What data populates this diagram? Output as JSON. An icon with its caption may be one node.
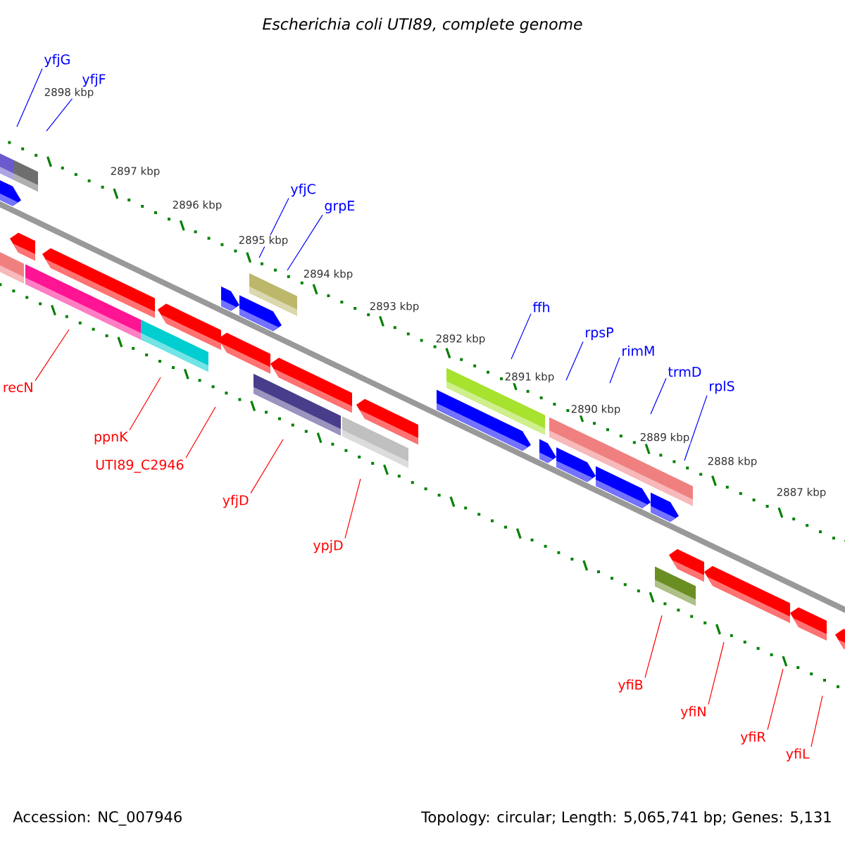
{
  "diagram": {
    "title": "Escherichia coli UTI89, complete genome",
    "nodes": [
      {
        "text": [
          "yfjG"
        ]
      },
      {
        "text": [
          "yfjF"
        ]
      },
      {
        "text": [
          "yfjC"
        ]
      },
      {
        "text": [
          "grpE"
        ]
      },
      {
        "text": [
          "ffh"
        ]
      },
      {
        "text": [
          "rpsP"
        ]
      },
      {
        "text": [
          "rimM"
        ]
      },
      {
        "text": [
          "trmD"
        ]
      },
      {
        "text": [
          "rplS"
        ]
      },
      {
        "text": [
          "recN"
        ]
      },
      {
        "text": [
          "ppnK"
        ]
      },
      {
        "text": [
          "UTI89_C2946"
        ]
      },
      {
        "text": [
          "yfjD"
        ]
      },
      {
        "text": [
          "ypjD"
        ]
      },
      {
        "text": [
          "yfiB"
        ]
      },
      {
        "text": [
          "yfiN"
        ]
      },
      {
        "text": [
          "yfiR"
        ]
      },
      {
        "text": [
          "yfiL"
        ]
      }
    ],
    "edges": [
      {
        "from": 0,
        "to": null,
        "arrow": "none"
      },
      {
        "from": 1,
        "to": null,
        "arrow": "none"
      },
      {
        "from": 2,
        "to": null,
        "arrow": "none"
      },
      {
        "from": 3,
        "to": null,
        "arrow": "none"
      },
      {
        "from": 4,
        "to": null,
        "arrow": "none"
      },
      {
        "from": 5,
        "to": null,
        "arrow": "none"
      },
      {
        "from": 6,
        "to": null,
        "arrow": "none"
      },
      {
        "from": 7,
        "to": null,
        "arrow": "none"
      },
      {
        "from": 8,
        "to": null,
        "arrow": "none"
      },
      {
        "from": 9,
        "to": null,
        "arrow": "none",
        "color": "#ff0000"
      },
      {
        "from": 10,
        "to": null,
        "arrow": "none",
        "color": "#ff0000"
      },
      {
        "from": 11,
        "to": null,
        "arrow": "none",
        "color": "#ff0000"
      },
      {
        "from": 12,
        "to": null,
        "arrow": "none",
        "color": "#ff0000"
      },
      {
        "from": 13,
        "to": null,
        "arrow": "none",
        "color": "#ff0000"
      },
      {
        "from": 14,
        "to": null,
        "arrow": "none",
        "color": "#ff0000"
      },
      {
        "from": 15,
        "to": null,
        "arrow": "none",
        "color": "#ff0000"
      },
      {
        "from": 16,
        "to": null,
        "arrow": "none",
        "color": "#ff0000"
      },
      {
        "from": 17,
        "to": null,
        "arrow": "none",
        "color": "#ff0000"
      }
    ],
    "labels": [
      "2898 kbp",
      "2897 kbp",
      "2896 kbp",
      "2895 kbp",
      "2894 kbp",
      "2893 kbp",
      "2892 kbp",
      "2891 kbp",
      "2890 kbp",
      "2889 kbp",
      "2888 kbp",
      "2887 kbp",
      "Accession: NC_007946",
      "Topology: circular; Length: 5,065,741 bp; Genes: 5,131"
    ]
  }
}
